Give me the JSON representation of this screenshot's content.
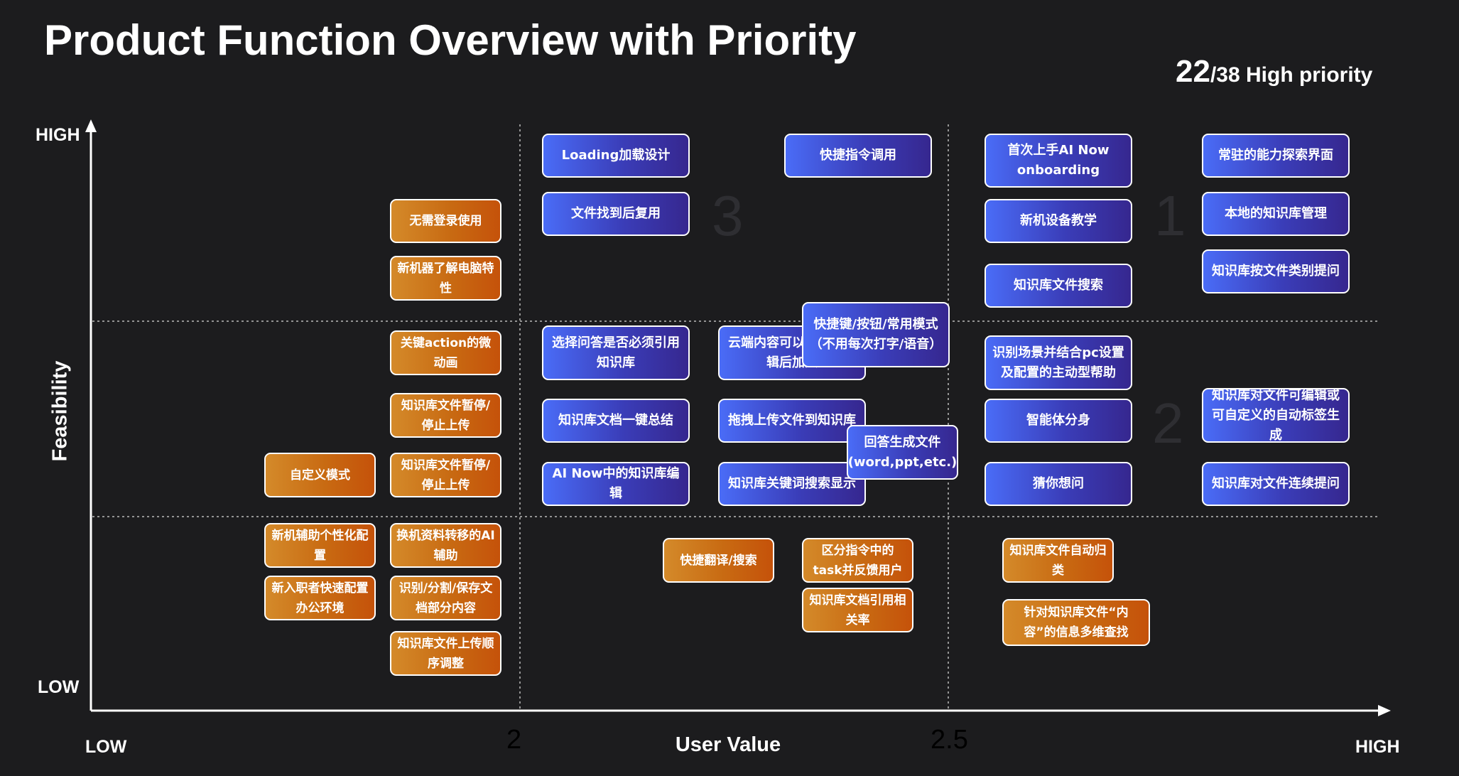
{
  "title": "Product Function Overview with Priority",
  "priority": {
    "count": "22",
    "total": "/38 High priority"
  },
  "axes": {
    "y_label": "Feasibility",
    "x_label": "User Value",
    "y_high": "HIGH",
    "y_low": "LOW",
    "x_low": "LOW",
    "x_high": "HIGH",
    "x_tick_1": "2",
    "x_tick_2": "2.5"
  },
  "quadrants": {
    "q1": "1",
    "q2": "2",
    "q3": "3"
  },
  "colors": {
    "blue_card": "#3a3db8",
    "orange_card": "#c86a12",
    "background": "#1c1c1e"
  },
  "cards": {
    "c01": "Loading加载设计",
    "c02": "快捷指令调用",
    "c03": "首次上手AI Now onboarding",
    "c04": "常驻的能力探索界面",
    "c05": "文件找到后复用",
    "c06": "新机设备教学",
    "c07": "本地的知识库管理",
    "c08": "知识库按文件类别提问",
    "c09": "知识库文件搜索",
    "c10": "无需登录使用",
    "c11": "新机器了解电脑特性",
    "c12": "关键action的微动画",
    "c13": "选择问答是否必须引用知识库",
    "c14": "云端内容可以模块性编辑后加入",
    "c15": "快捷键/按钮/常用模式（不用每次打字/语音）",
    "c16": "识别场景并结合pc设置及配置的主动型帮助",
    "c17": "知识库文件暂停/停止上传",
    "c18": "知识库文档一键总结",
    "c19": "拖拽上传文件到知识库",
    "c20": "回答生成文件(word,ppt,etc.)",
    "c21": "智能体分身",
    "c22": "知识库对文件可编辑或可自定义的自动标签生成",
    "c23": "自定义模式",
    "c24": "知识库文件暂停/停止上传",
    "c25": "AI Now中的知识库编辑",
    "c26": "知识库关键词搜索显示",
    "c27": "猜你想问",
    "c28": "知识库对文件连续提问",
    "c29": "新机辅助个性化配置",
    "c30": "换机资料转移的AI辅助",
    "c31": "快捷翻译/搜索",
    "c32": "区分指令中的task并反馈用户",
    "c33": "知识库文件自动归类",
    "c34": "新入职者快速配置办公环境",
    "c35": "识别/分割/保存文档部分内容",
    "c36": "知识库文档引用相关率",
    "c37": "针对知识库文件“内容”的信息多维查找",
    "c38": "知识库文件上传顺序调整"
  }
}
